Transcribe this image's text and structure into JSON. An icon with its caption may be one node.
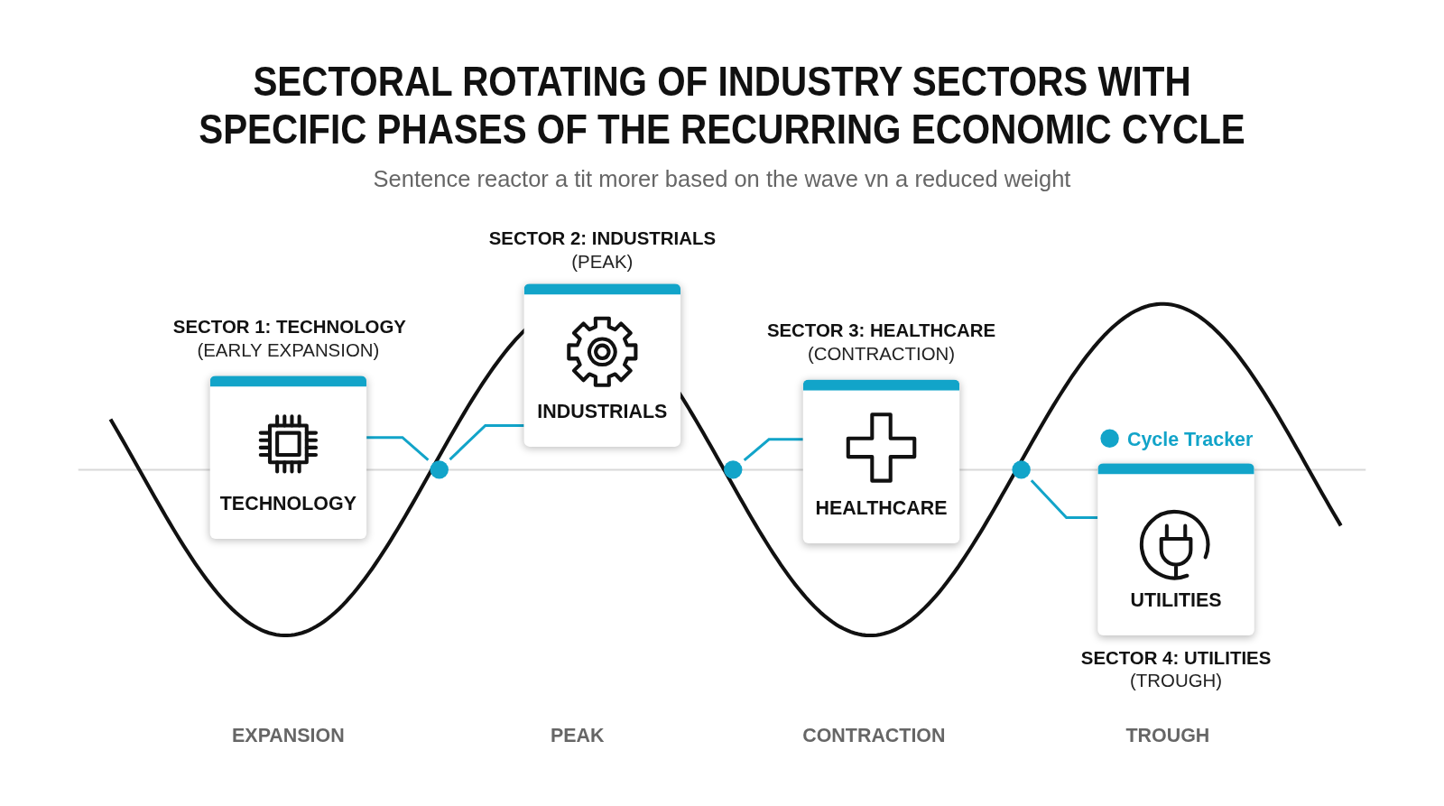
{
  "diagram": {
    "title": "SECTORAL ROTATING OF INDUSTRY SECTORS WITH SPECIFIC PHASES OF THE RECURRING ECONOMIC CYCLE",
    "caption": "Sentence reactor a tit morer based on the wave vn a reduced weight",
    "nodes": [
      {
        "text": [
          "SECTOR 1: TECHNOLOGY",
          "(EARLY EXPANSION)",
          "TECHNOLOGY"
        ]
      },
      {
        "text": [],
        "shape": "circle"
      },
      {
        "text": [
          "SECTOR 2: INDUSTRIALS",
          "(PEAK)",
          "INDUSTRIALS"
        ]
      },
      {
        "text": [],
        "shape": "circle"
      },
      {
        "text": [
          "SECTOR 3: HEALTHCARE",
          "(CONTRACTION)",
          "HEALTHCARE"
        ]
      },
      {
        "text": [],
        "shape": "circle"
      },
      {
        "text": [
          "UTILITIES",
          "SECTOR 4: UTILITIES",
          "(TROUGH)"
        ]
      }
    ],
    "edges": [
      {
        "from": 0,
        "to": 1,
        "arrow": "none"
      },
      {
        "from": 2,
        "to": 1,
        "arrow": "none"
      },
      {
        "from": 4,
        "to": 3,
        "arrow": "none"
      },
      {
        "from": 6,
        "to": 5,
        "arrow": "none"
      }
    ],
    "labels": [
      "EXPANSION",
      "PEAK",
      "CONTRACTION",
      "TROUGH"
    ],
    "legend": [
      {
        "text": "Cycle Tracker",
        "color": "#12a4c9"
      }
    ]
  }
}
